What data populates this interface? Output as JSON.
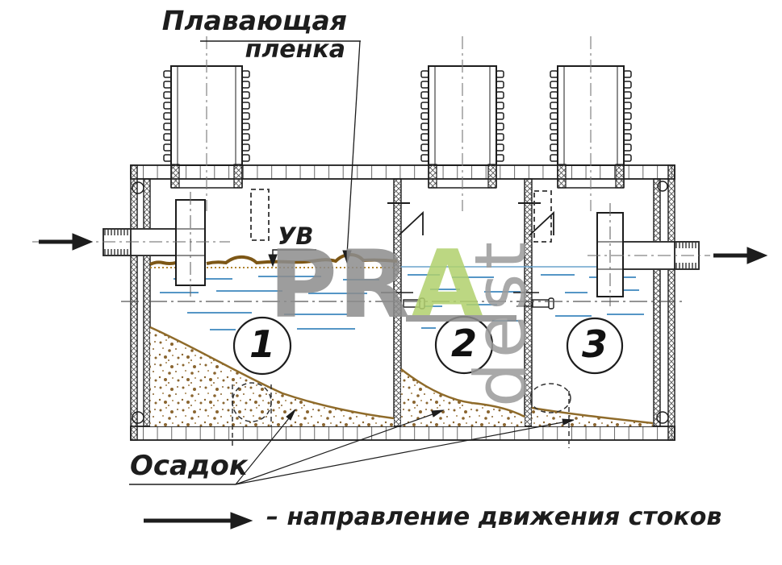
{
  "title": "Septic tank three-chamber cross-section drawing",
  "labels": {
    "floating_film_line1": "Плавающая",
    "floating_film_line2": "пленка",
    "water_level": "УВ",
    "sediment": "Осадок",
    "legend": "– направление движения стоков"
  },
  "chambers": [
    {
      "number": "1"
    },
    {
      "number": "2"
    },
    {
      "number": "3"
    }
  ],
  "watermark": {
    "pr": "PR",
    "a": "A",
    "dest": "dest"
  },
  "colors": {
    "line_black": "#1d1d1d",
    "water_blue": "#5596c6",
    "film_brown": "#7d5716",
    "sediment_brown": "#8f6b2a",
    "stipple_brown": "#8a6530",
    "watermark_gray": "#8d8d8d",
    "watermark_green": "#b2d16e",
    "centerline_gray": "#666666"
  }
}
